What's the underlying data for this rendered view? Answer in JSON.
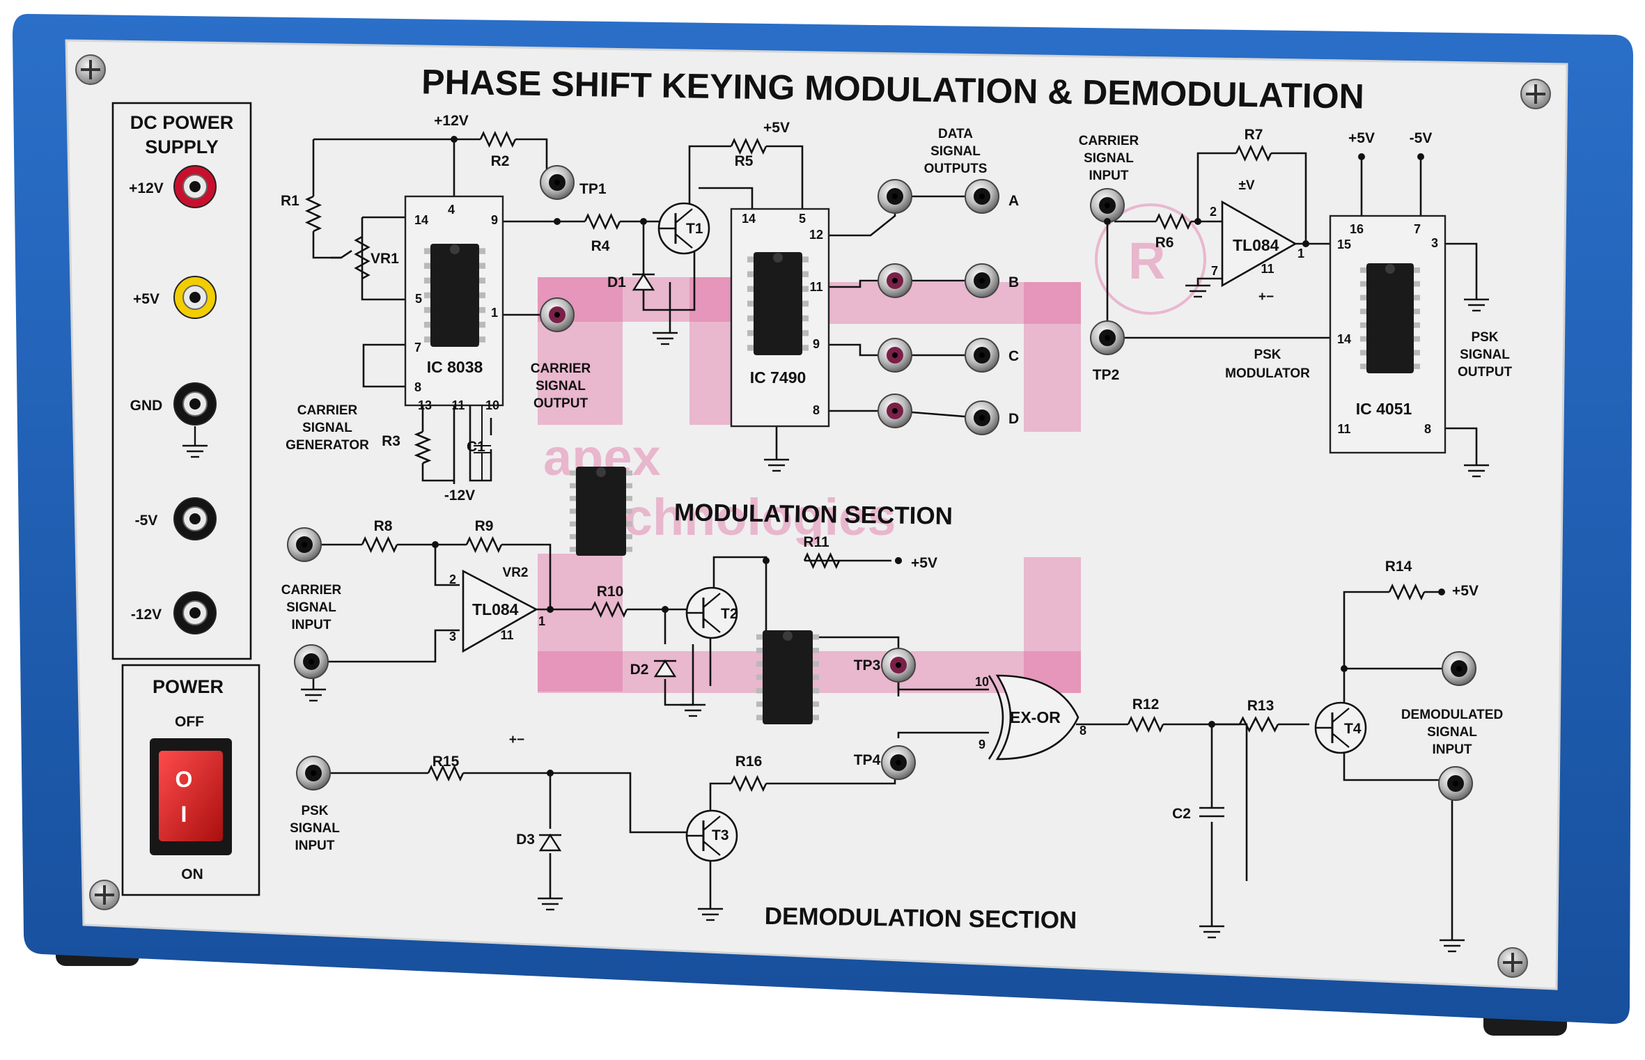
{
  "title": "PHASE SHIFT KEYING MODULATION & DEMODULATION",
  "sections": {
    "modulation": "MODULATION SECTION",
    "demodulation": "DEMODULATION SECTION"
  },
  "dc_supply": {
    "title_line1": "DC POWER",
    "title_line2": "SUPPLY",
    "rails": [
      "+12V",
      "+5V",
      "GND",
      "-5V",
      "-12V"
    ],
    "rail_colors": [
      "#c8102e",
      "#f2cd00",
      "#141414",
      "#141414",
      "#141414"
    ]
  },
  "power": {
    "label": "POWER",
    "off": "OFF",
    "on": "ON",
    "switch_o": "O",
    "switch_i": "I"
  },
  "ics": {
    "ic8038": "IC 8038",
    "ic7490": "IC 7490",
    "ic4051": "IC 4051",
    "tl084": "TL084",
    "exor": "EX-OR"
  },
  "labels": {
    "plus12v": "+12V",
    "minus12v": "-12V",
    "plus5v": "+5V",
    "minus5v": "-5V",
    "pm5v": "±V",
    "pm": "+−",
    "r1": "R1",
    "r2": "R2",
    "r3": "R3",
    "r4": "R4",
    "r5": "R5",
    "r6": "R6",
    "r7": "R7",
    "r8": "R8",
    "r9": "R9",
    "r10": "R10",
    "r11": "R11",
    "r12": "R12",
    "r13": "R13",
    "r14": "R14",
    "r15": "R15",
    "r16": "R16",
    "vr1": "VR1",
    "vr2": "VR2",
    "c1": "C1",
    "c2": "C2",
    "d1": "D1",
    "d2": "D2",
    "d3": "D3",
    "t1": "T1",
    "t2": "T2",
    "t3": "T3",
    "t4": "T4",
    "tp1": "TP1",
    "tp2": "TP2",
    "tp3": "TP3",
    "tp4": "TP4",
    "out_a": "A",
    "out_b": "B",
    "out_c": "C",
    "out_d": "D"
  },
  "blocks": {
    "carrier_gen": [
      "CARRIER",
      "SIGNAL",
      "GENERATOR"
    ],
    "carrier_out": [
      "CARRIER",
      "SIGNAL",
      "OUTPUT"
    ],
    "data_out": [
      "DATA",
      "SIGNAL",
      "OUTPUTS"
    ],
    "carrier_in_top": [
      "CARRIER",
      "SIGNAL",
      "INPUT"
    ],
    "psk_mod": [
      "PSK",
      "MODULATOR"
    ],
    "psk_out": [
      "PSK",
      "SIGNAL",
      "OUTPUT"
    ],
    "carrier_in_bottom": [
      "CARRIER",
      "SIGNAL",
      "INPUT"
    ],
    "psk_in": [
      "PSK",
      "SIGNAL",
      "INPUT"
    ],
    "demod_in": [
      "DEMODULATED",
      "SIGNAL",
      "INPUT"
    ]
  },
  "pins": {
    "ic8038": [
      "4",
      "14",
      "9",
      "5",
      "1",
      "7",
      "8",
      "13",
      "11",
      "10"
    ],
    "ic7490": [
      "14",
      "5",
      "12",
      "11",
      "9",
      "8"
    ],
    "ic4051": [
      "16",
      "7",
      "3",
      "15",
      "14",
      "11",
      "8"
    ],
    "tl084_top": [
      "2",
      "1",
      "7",
      "11"
    ],
    "tl084_bottom": [
      "2",
      "3",
      "1",
      "11"
    ],
    "exor": [
      "10",
      "9",
      "8"
    ]
  },
  "watermark": {
    "logo": "R",
    "line1": "apex",
    "line2": "technologies"
  },
  "colors": {
    "frame": "#1f5fb5",
    "frame_dark": "#154a93",
    "panel": "#efefef",
    "watermark": "#e06aa0",
    "tp_socket": "#7a2048",
    "switch": "#d11a1a"
  }
}
